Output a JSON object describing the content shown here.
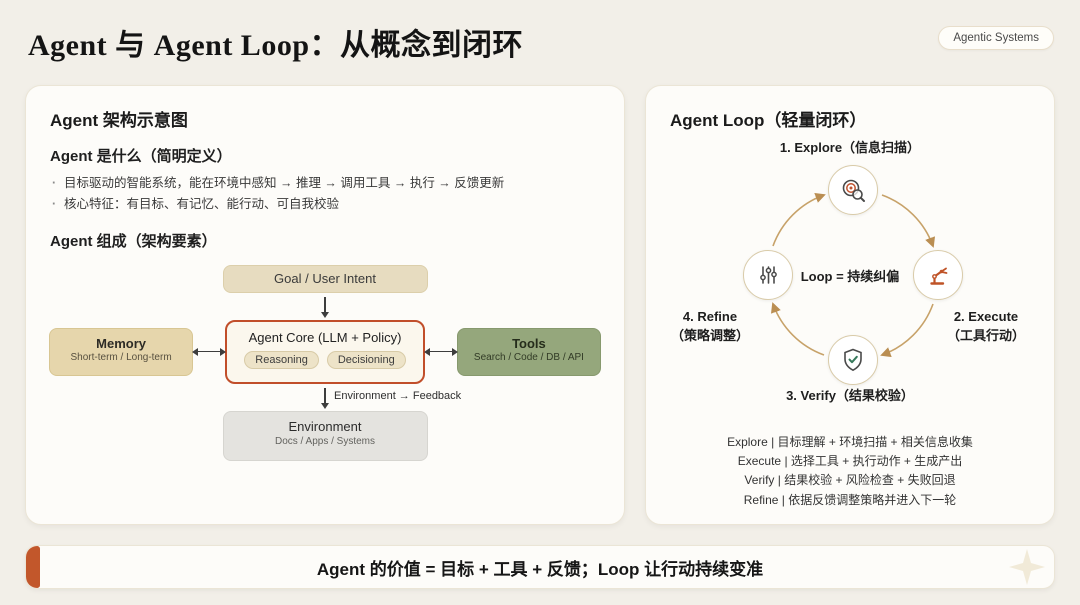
{
  "header": {
    "title": "Agent 与 Agent Loop：从概念到闭环",
    "badge": "Agentic Systems"
  },
  "left_card": {
    "title": "Agent 架构示意图",
    "definition": {
      "heading": "Agent 是什么（简明定义）",
      "bullets": [
        "目标驱动的智能系统，能在环境中感知 → 推理 → 调用工具 → 执行 → 反馈更新",
        "核心特征：有目标、有记忆、能行动、可自我校验"
      ]
    },
    "composition_heading": "Agent 组成（架构要素）",
    "diagram": {
      "goal_box": "Goal / User Intent",
      "memory": {
        "title": "Memory",
        "subtitle": "Short-term / Long-term"
      },
      "core": {
        "title": "Agent Core (LLM + Policy)",
        "pills": [
          "Reasoning",
          "Decisioning"
        ]
      },
      "tools": {
        "title": "Tools",
        "subtitle": "Search / Code / DB / API"
      },
      "feedback_label": "Environment → Feedback",
      "environment": {
        "title": "Environment",
        "subtitle": "Docs / Apps / Systems"
      }
    }
  },
  "right_card": {
    "title": "Agent Loop（轻量闭环）",
    "loop": {
      "center_label": "Loop = 持续纠偏",
      "steps": [
        {
          "label": "1. Explore（信息扫描）",
          "sublabel": "",
          "icon": "target-magnifier-icon"
        },
        {
          "label": "2. Execute",
          "sublabel": "（工具行动）",
          "icon": "robot-arm-icon"
        },
        {
          "label": "3. Verify（结果校验）",
          "sublabel": "",
          "icon": "shield-check-icon"
        },
        {
          "label": "4. Refine",
          "sublabel": "（策略调整）",
          "icon": "sliders-icon"
        }
      ]
    },
    "details": [
      "Explore | 目标理解 + 环境扫描 + 相关信息收集",
      "Execute | 选择工具 + 执行动作 + 生成产出",
      "Verify | 结果校验 + 风险检查 + 失败回退",
      "Refine | 依据反馈调整策略并进入下一轮"
    ]
  },
  "footer": {
    "text": "Agent 的价值 = 目标 + 工具 + 反馈；Loop 让行动持续变准"
  },
  "colors": {
    "background": "#f2efe8",
    "accent_orange": "#c2572b",
    "core_border": "#c14e2a",
    "tan_box": "#e6d6ac",
    "green_box": "#95a77c",
    "gray_box": "#e4e3df",
    "arc_arrow": "#c7a269"
  }
}
